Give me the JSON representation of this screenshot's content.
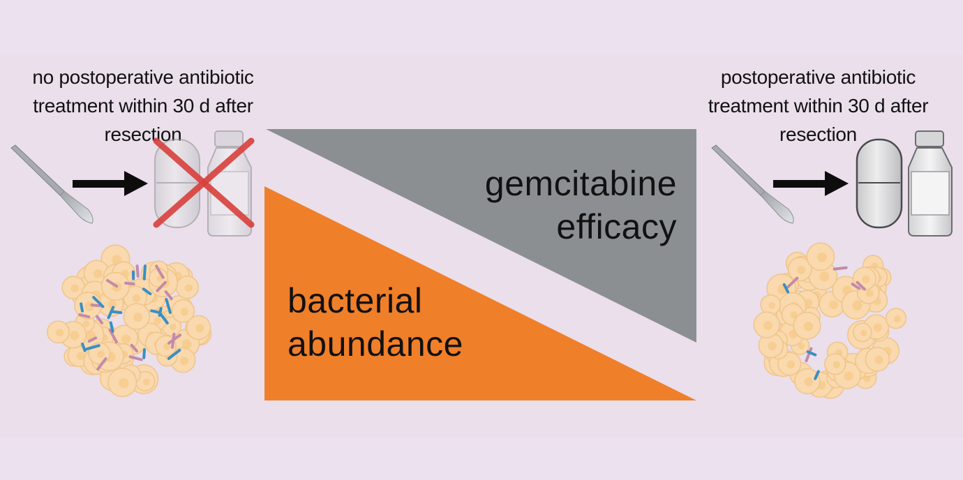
{
  "left_panel": {
    "caption_lines": [
      "no postoperative antibiotic",
      "treatment within 30 d after",
      "resection"
    ]
  },
  "right_panel": {
    "caption_lines": [
      "postoperative antibiotic",
      "treatment within 30 d after",
      "resection"
    ]
  },
  "center": {
    "gemcitabine_lines": [
      "gemcitabine",
      "efficacy"
    ],
    "bacterial_lines": [
      "bacterial",
      "abundance"
    ]
  },
  "colors": {
    "background": "#ece1ee",
    "gemcitabine_wedge": "#8b8f92",
    "bacterial_wedge": "#f07f2a",
    "cross": "#d9403b",
    "bacteria_blue": "#3a8fc4",
    "bacteria_pink": "#c38aa8",
    "cell_fill": "#f9d9ad",
    "cell_stroke": "#f0c48a"
  },
  "icons": {
    "scalpel": "scalpel-icon",
    "arrow": "arrow-right-icon",
    "pill": "capsule-pill-icon",
    "vial": "medicine-vial-icon",
    "cross": "cross-out-icon",
    "tissue": "tumor-tissue-icon"
  }
}
